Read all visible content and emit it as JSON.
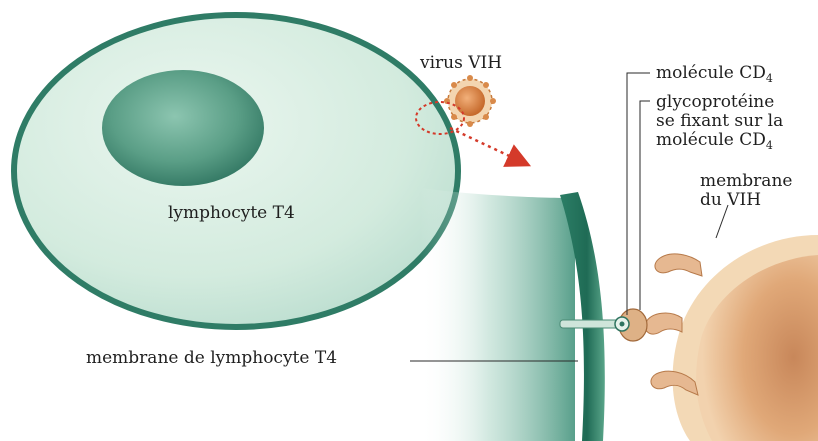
{
  "labels": {
    "virus": "virus VIH",
    "lymphocyte": "lymphocyte T4",
    "molecule_cd4_prefix": "molécule CD",
    "molecule_cd4_sub": "4",
    "glyco_line1": "glycoprotéine",
    "glyco_line2": "se fixant sur la",
    "glyco_line3_prefix": "molécule CD",
    "glyco_line3_sub": "4",
    "membrane_vih_line1": "membrane",
    "membrane_vih_line2": "du VIH",
    "membrane_lympho": "membrane de lymphocyte T4"
  },
  "colors": {
    "cell_fill": "#d6ece0",
    "cell_border": "#2f7c66",
    "nucleus": "#5fa38b",
    "membrane_band": "#2f8a6f",
    "virus_body": "#d9894a",
    "virus_spikes": "#e9bf8d",
    "arrow": "#d43a2a"
  }
}
